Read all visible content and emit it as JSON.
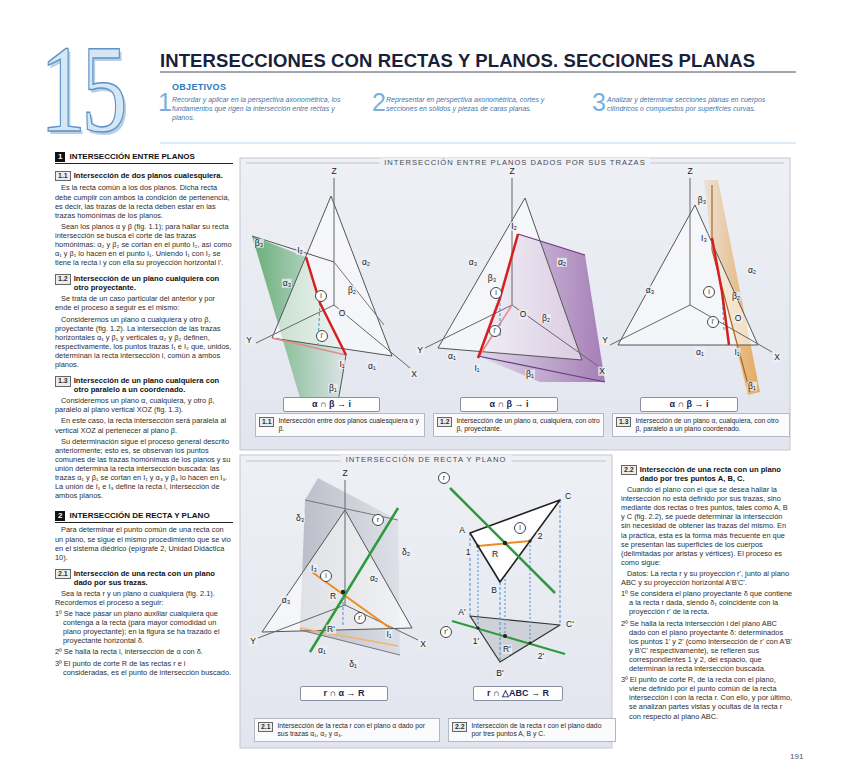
{
  "diagram": {
    "title": "INTERSECCIONES CON RECTAS Y PLANOS.  SECCIONES PLANAS",
    "nodes": [
      {
        "text": [
          "INTERSECCIÓN ENTRE PLANOS DADOS POR SUS TRAZAS"
        ]
      },
      {
        "text": [
          "α ∩ β → i"
        ],
        "in": 0
      },
      {
        "text": [
          "1.1",
          "Intersección entre dos planos cualesquiera α y β."
        ],
        "in": 0
      },
      {
        "text": [
          "α ∩ β → i"
        ],
        "in": 0
      },
      {
        "text": [
          "1.2",
          "Intersección de un plano α, cualquiera, con otro β, proyectante."
        ],
        "in": 0
      },
      {
        "text": [
          "α ∩ β → i"
        ],
        "in": 0
      },
      {
        "text": [
          "1.3",
          "Intersección de un plano α, cualquiera, con otro β, paralelo a un plano coordenado."
        ],
        "in": 0
      },
      {
        "text": [
          "INTERSECCIÓN DE RECTA Y PLANO"
        ]
      },
      {
        "text": [
          "r ∩ α → R"
        ],
        "in": 7
      },
      {
        "text": [
          "2.1",
          "Intersección de la recta r con el plano α dado por sus trazas α₁, α₂ y α₃."
        ],
        "in": 7
      },
      {
        "text": [
          "r ∩ △ABC → R"
        ],
        "in": 7
      },
      {
        "text": [
          "2.2",
          "Intersección de la recta r con el plano dado por tres puntos A, B y C."
        ],
        "in": 7
      }
    ],
    "labels": [
      "15",
      "OBJETIVOS",
      "1",
      "Recordar y aplicar en la perspectiva axonométrica, los fundamentos que rigen la intersección entre rectas y planos.",
      "2",
      "Representar en perspectiva axonométrica, cortes y secciones en sólidos y piezas de caras planas.",
      "3",
      "Analizar y determinar secciones planas en cuerpos cilíndricos o compuestos por superficies curvas.",
      "1",
      "INTERSECCIÓN ENTRE PLANOS",
      "1.1",
      "Intersección de dos planos cualesquiera.",
      "Es la recta común a los dos planos. Dicha recta debe cumplir con ambos la condición de pertenencia, es decir, las trazas de la recta deben estar en las trazas homónimas de los planos.",
      "Sean los planos α y β (fig. 1.1); para hallar su recta intersección se busca el corte de las trazas homónimas: α₂ y β₂ se cortan en el punto I₂, así como α₁ y β₁ lo hacen en el punto I₁. Uniendo I₁ con I₂ se tiene la recta i y con ella su proyección horizontal i'.",
      "1.2",
      "Intersección de un plano cualquiera con otro proyectante.",
      "Se trata de un caso particular del anterior y por ende el proceso a seguir es el mismo:",
      "Consideremos un plano α cualquiera y otro β, proyectante (fig. 1.2). La intersección de las trazas horizontales α₁ y β₁ y verticales α₂ y β₂ definen, respectivamente, los puntos trazas I₁ e I₂ que, unidos, determinan la recta intersección i, común a ambos planos.",
      "1.3",
      "Intersección de un plano cualquiera con otro paralelo a un coordenado.",
      "Consideremos un plano α, cualquiera, y otro β, paralelo al plano vertical XOZ (fig. 1.3).",
      "En este caso, la recta intersección será paralela al vertical XOZ al pertenecer al plano β.",
      "Su determinación sigue el proceso general descrito anteriormente; esto es, se observan los puntos comunes de las trazas homónimas de los planos y su unión determina la recta intersección buscada: las trazas α₁ y β₁ se cortan en I₁ y α₃ y β₃ lo hacen en I₃. La unión de I₁ e I₃ define la recta i, intersección de ambos planos.",
      "2",
      "INTERSECCIÓN DE RECTA Y PLANO",
      "Para determinar el punto común de una recta con un plano, se sigue el mismo procedimiento que se vio en el sistema diédrico (epígrafe 2, Unidad Didáctica 10).",
      "2.1",
      "Intersección de una recta con un plano dado por sus trazas.",
      "Sea la recta r y un plano α cualquiera (fig. 2.1). Recordemos el proceso a seguir:",
      "1º Se hace pasar un plano auxiliar cualquiera que contenga a la recta (para mayor comodidad un plano proyectante); en la figura se ha trazado el proyectante horizontal δ.",
      "2º Se halla la recta i, intersección de α con δ.",
      "3º El punto de corte R de las rectas r e i consideradas, es el punto de intersección buscado.",
      "2.2",
      "Intersección de una recta con un plano dado por tres puntos A, B, C.",
      "Cuando el plano con el que se desea hallar la intersección no está definido por sus trazas, sino mediante dos rectas o tres puntos, tales como A, B y C (fig. 2.2), se puede determinar la intersección sin necesidad de obtener las trazas del mismo. En la práctica, esta es la forma más frecuente en que se presentan las superficies de los cuerpos (delimitadas por aristas y vértices). El proceso es como sigue:",
      "Datos: La recta r y su proyección r', junto al plano ABC y su proyección horizontal A'B'C'.",
      "1º Se considera el plano proyectante δ que contiene a la recta r dada, siendo δ₁ coincidente con la proyección r' de la recta.",
      "2º Se halla la recta intersección i del plano ABC dado con el plano proyectante δ: determinados los puntos 1' y 2' (como intersección de r' con A'B' y B'C' respectivamente), se refieren sus correspondientes 1 y 2, del espacio, que determinan la recta intersección buscada.",
      "3º El punto de corte R, de la recta con el plano, viene definido por el punto común de la recta intersección i con la recta r. Con ello, y por último, se analizan partes vistas y ocultas de la recta r con respecto al plano ABC.",
      "191",
      "Z",
      "Y",
      "X",
      "β₃",
      "α₃",
      "I₂",
      "α₂",
      "β₂",
      "O",
      "i",
      "i'",
      "I₁",
      "α₁",
      "β₁",
      "Z",
      "Y",
      "X",
      "I₂",
      "α₃",
      "β₃",
      "α₂",
      "β₂",
      "O",
      "i",
      "i'",
      "α₁",
      "I₁",
      "β₁",
      "Z",
      "Y",
      "X",
      "β₃",
      "I₃",
      "α₃",
      "α₂",
      "β₂",
      "O",
      "i",
      "i'",
      "α₁",
      "I₁",
      "β₁",
      "Z",
      "Y",
      "X",
      "δ₃",
      "δ₂",
      "r",
      "I₃",
      "α₃",
      "α₂",
      "i",
      "R",
      "R'",
      "r'",
      "I₁",
      "α₁",
      "δ₁",
      "r",
      "C",
      "A",
      "1",
      "R",
      "2",
      "B",
      "A'",
      "1'",
      "R'",
      "2'",
      "C'",
      "B'",
      "r'",
      "i"
    ]
  }
}
